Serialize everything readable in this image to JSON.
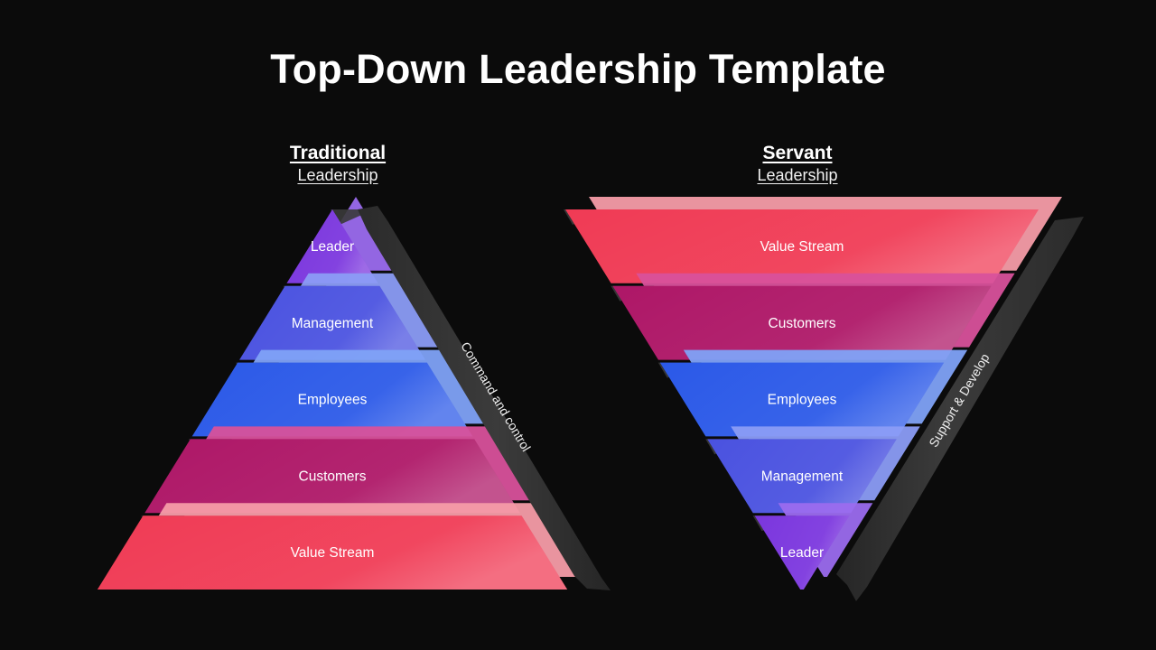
{
  "slide": {
    "title": "Top-Down Leadership Template",
    "background_color": "#0b0b0b"
  },
  "headers": {
    "left": {
      "main": "Traditional",
      "sub": "Leadership"
    },
    "right": {
      "main": "Servant",
      "sub": "Leadership"
    }
  },
  "arrows": {
    "left_label": "Command and control",
    "right_label": "Support & Develop",
    "color": "#333333"
  },
  "palette": {
    "purple": "#7B36DE",
    "purple_light": "#9B6BEE",
    "indigo": "#4A52E0",
    "indigo_light": "#7F86F2",
    "blue": "#2B59E8",
    "blue_light": "#6E90F7",
    "magenta": "#AE1767",
    "magenta_light": "#D8519B",
    "red": "#F03B55",
    "red_light": "#F58F9C",
    "shadow": "#3a3a3a",
    "text": "#ffffff"
  },
  "diagrams": [
    {
      "name": "traditional-pyramid",
      "orientation": "upright",
      "layers": [
        {
          "label": "Leader",
          "color": "#7B36DE",
          "edge": "#9B6BEE"
        },
        {
          "label": "Management",
          "color": "#4A52E0",
          "edge": "#8B9CF5"
        },
        {
          "label": "Employees",
          "color": "#2B59E8",
          "edge": "#7FA2F7"
        },
        {
          "label": "Customers",
          "color": "#AE1767",
          "edge": "#D8519B"
        },
        {
          "label": "Value Stream",
          "color": "#F03B55",
          "edge": "#F69CA8"
        }
      ]
    },
    {
      "name": "servant-pyramid",
      "orientation": "inverted",
      "layers": [
        {
          "label": "Value Stream",
          "color": "#F03B55",
          "edge": "#F69CA8"
        },
        {
          "label": "Customers",
          "color": "#AE1767",
          "edge": "#D8519B"
        },
        {
          "label": "Employees",
          "color": "#2B59E8",
          "edge": "#7FA2F7"
        },
        {
          "label": "Management",
          "color": "#4A52E0",
          "edge": "#8B9CF5"
        },
        {
          "label": "Leader",
          "color": "#7B36DE",
          "edge": "#9B6BEE"
        }
      ]
    }
  ]
}
